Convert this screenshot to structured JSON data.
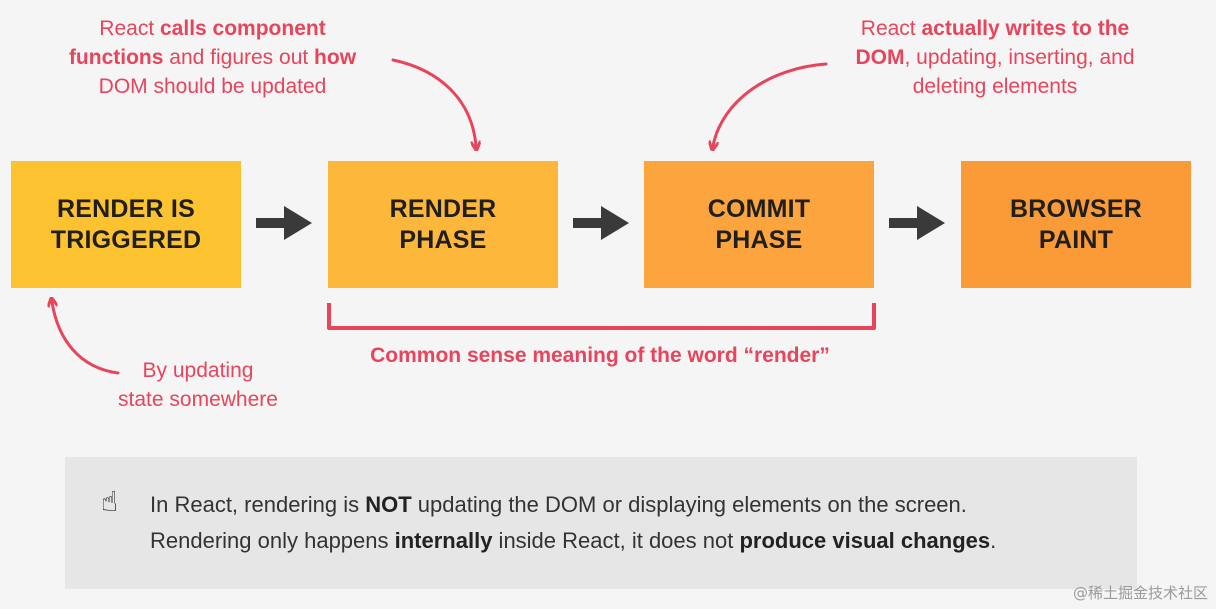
{
  "colors": {
    "box1": "#fdc22f",
    "box2": "#fdb73a",
    "box3": "#fca43d",
    "box4": "#fb9b38",
    "accent": "#e8445c",
    "arrow": "#3a3a3a"
  },
  "boxes": [
    {
      "line1": "RENDER IS",
      "line2": "TRIGGERED"
    },
    {
      "line1": "RENDER",
      "line2": "PHASE"
    },
    {
      "line1": "COMMIT",
      "line2": "PHASE"
    },
    {
      "line1": "BROWSER",
      "line2": "PAINT"
    }
  ],
  "annotations": {
    "render_phase": {
      "l1a": "React ",
      "l1b": "calls component",
      "l2a": "functions",
      "l2b": " and figures out ",
      "l2c": "how",
      "l3": "DOM should be updated"
    },
    "commit_phase": {
      "l1a": "React ",
      "l1b": "actually writes to the",
      "l2a": "DOM",
      "l2b": ", updating, inserting, and",
      "l3": "deleting elements"
    },
    "trigger": {
      "l1": "By updating",
      "l2": "state somewhere"
    },
    "bracket_label": "Common sense meaning of the word “render”"
  },
  "callout": {
    "icon": "pointing-up-finger-icon",
    "line1a": "In React, rendering is ",
    "line1b": "NOT",
    "line1c": " updating the DOM or displaying elements on the screen.",
    "line2a": "Rendering only happens ",
    "line2b": "internally",
    "line2c": " inside React, it does not ",
    "line2d": "produce visual changes",
    "line2e": "."
  },
  "watermark": "@稀土掘金技术社区"
}
